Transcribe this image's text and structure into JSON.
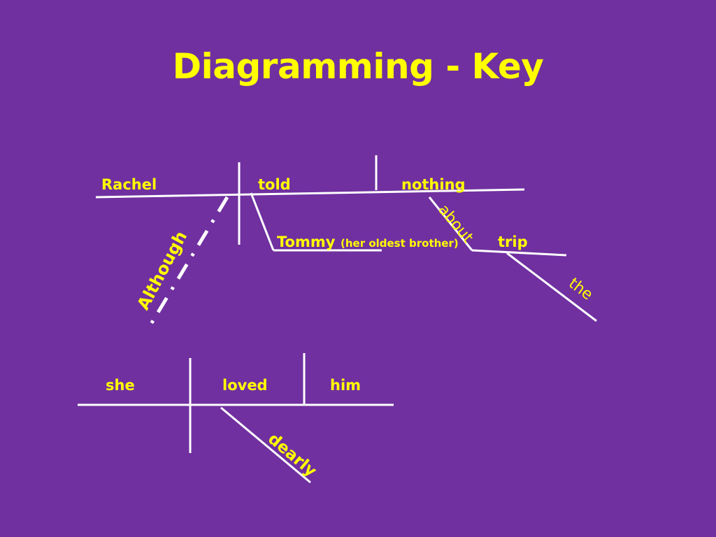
{
  "title": "Diagramming - Key",
  "colors": {
    "background": "#7030a0",
    "text": "#ffff00",
    "lines": "#ffffff"
  },
  "diagram1": {
    "subject": "Rachel",
    "verb": "told",
    "direct_object": "nothing",
    "indirect_object": "Tommy",
    "appositive": "(her oldest brother)",
    "preposition": "about",
    "prep_object": "trip",
    "article": "the",
    "conjunction": "Although"
  },
  "diagram2": {
    "subject": "she",
    "verb": "loved",
    "direct_object": "him",
    "adverb": "dearly"
  }
}
